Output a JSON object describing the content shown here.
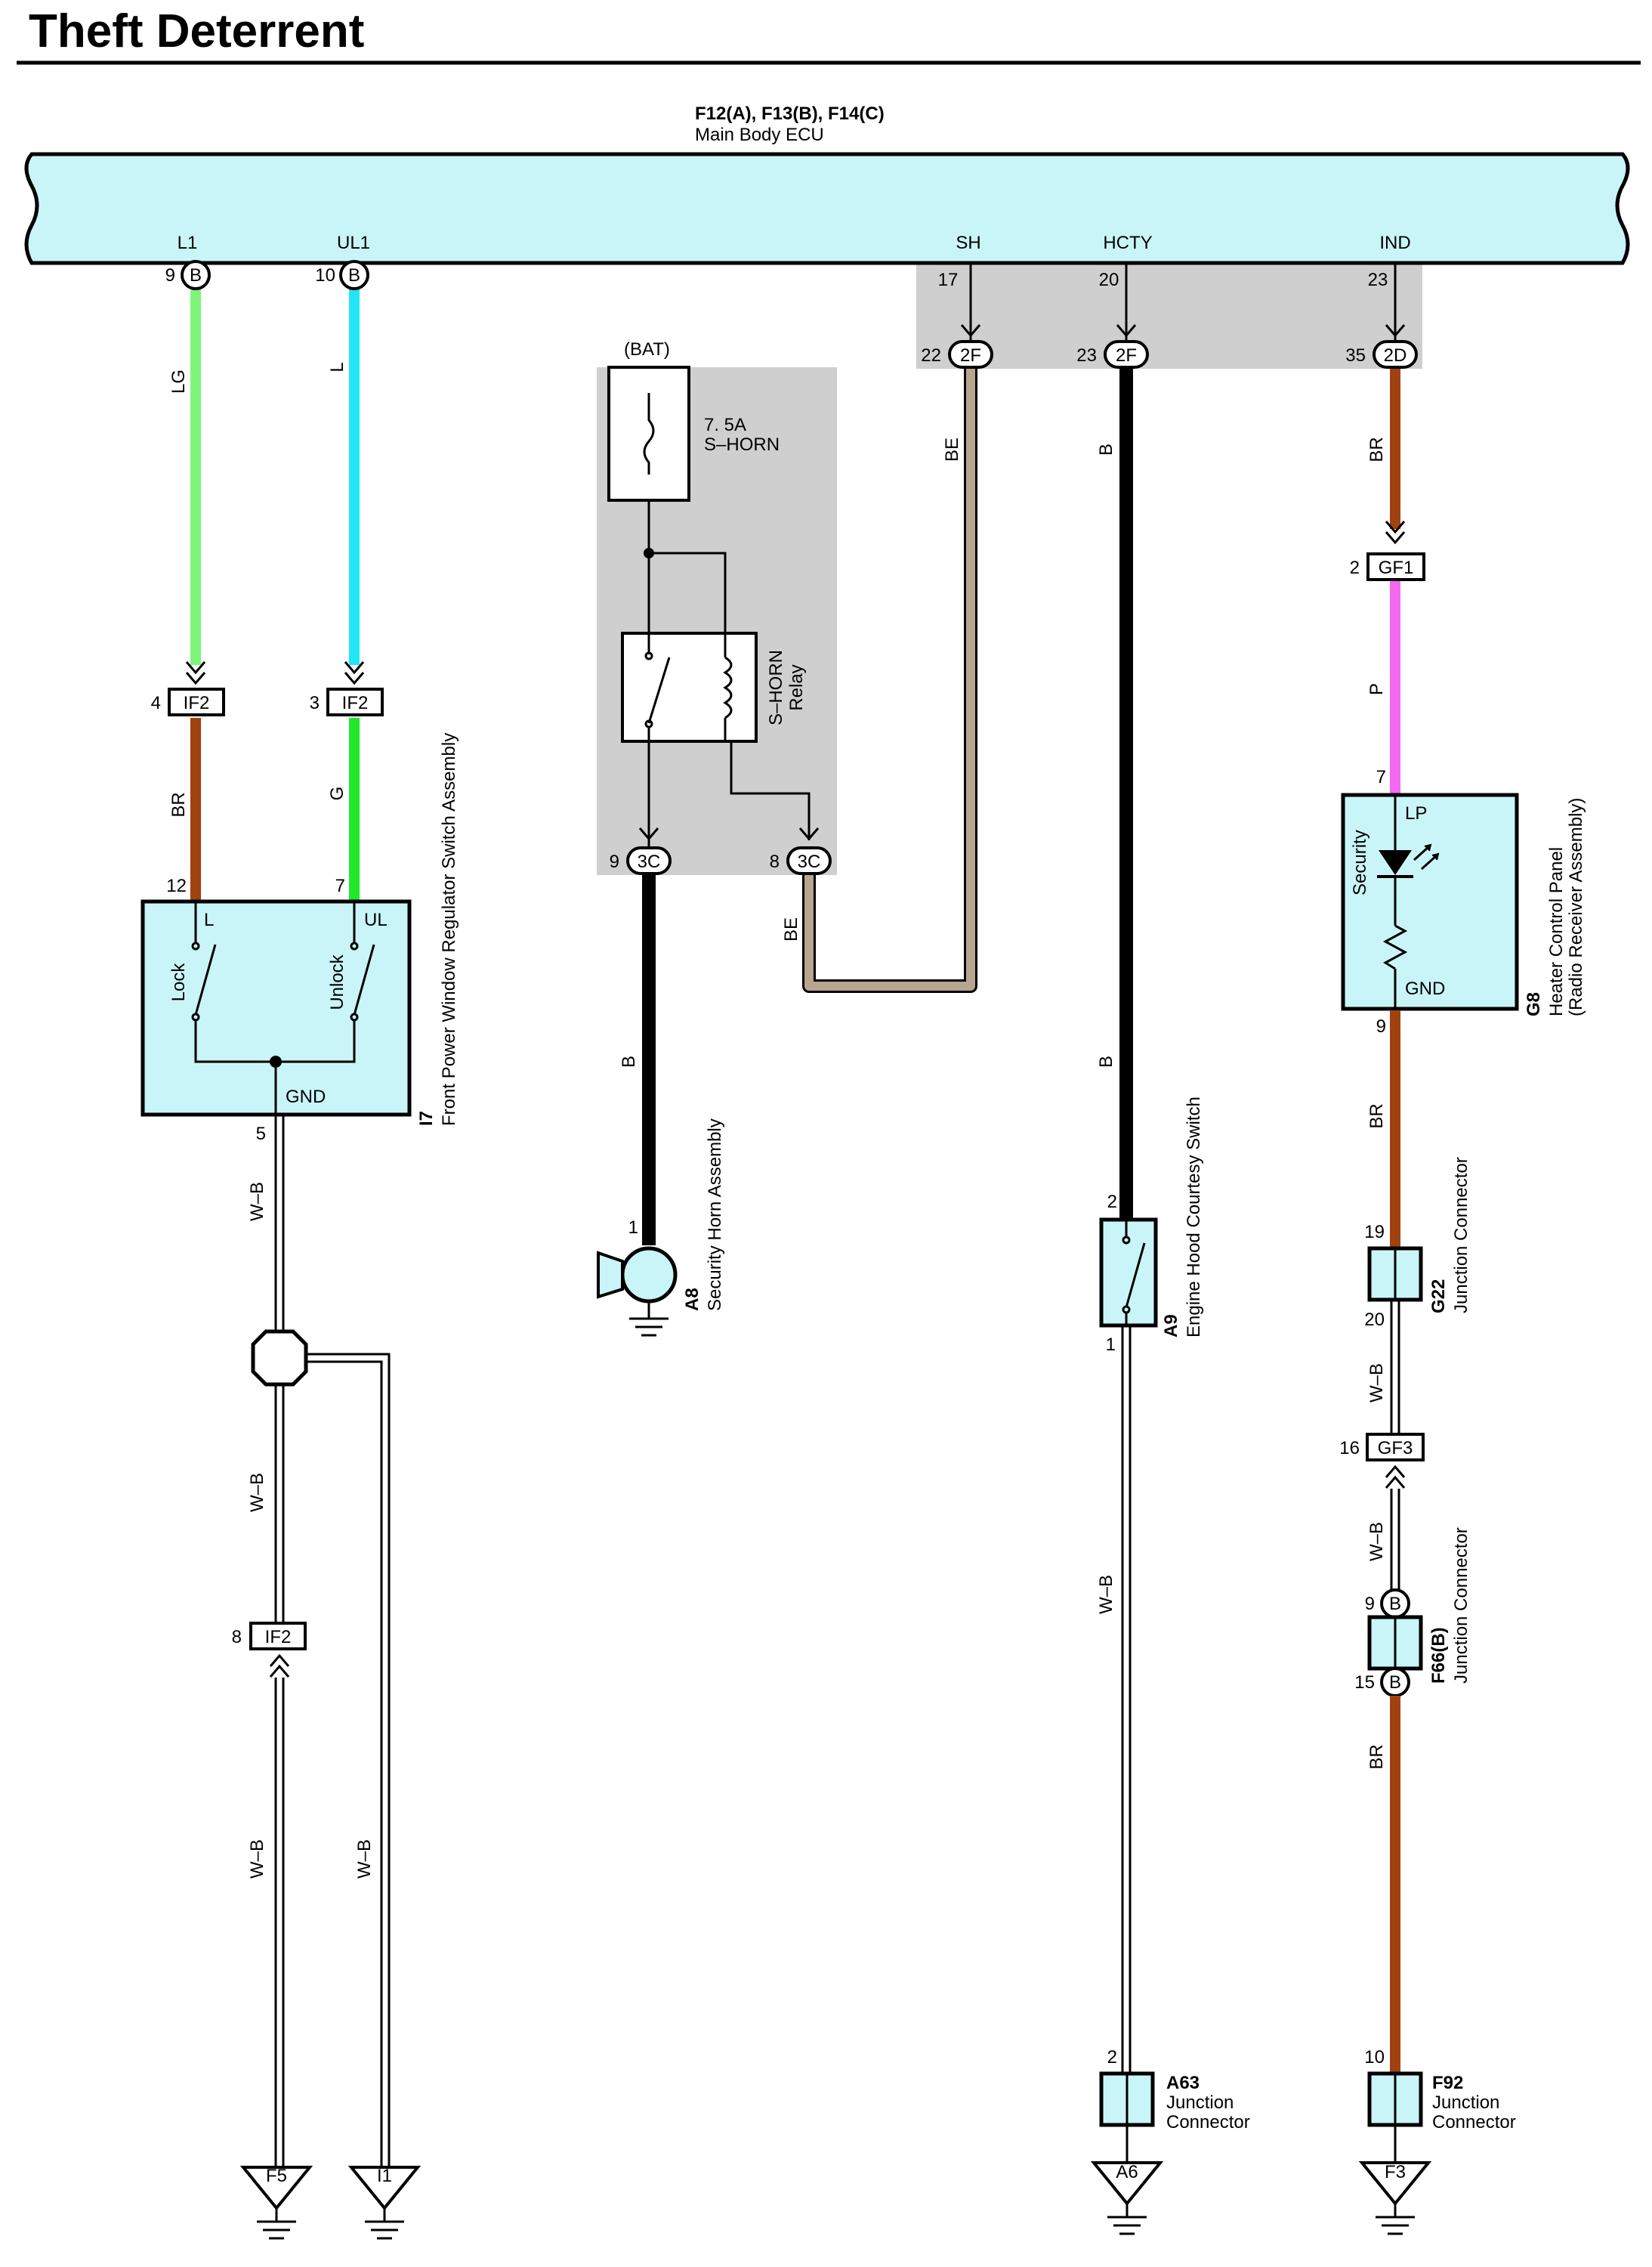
{
  "title": "Theft Deterrent",
  "ecu": {
    "codes": "F12(A), F13(B), F14(C)",
    "name": "Main Body ECU",
    "terminals": [
      "L1",
      "UL1",
      "SH",
      "HCTY",
      "IND"
    ]
  },
  "pins": {
    "ecu_l1": "9",
    "ecu_l1_conn": "B",
    "ecu_ul1": "10",
    "ecu_ul1_conn": "B",
    "ecu_sh": "17",
    "ecu_hcty": "20",
    "ecu_ind": "23",
    "jb_sh": "22",
    "jb_sh_conn": "2F",
    "jb_hcty": "23",
    "jb_hcty_conn": "2F",
    "jb_ind": "35",
    "jb_ind_conn": "2D",
    "if2_a": "4",
    "if2_b": "3",
    "if2_c": "8",
    "if2_label": "IF2",
    "sw_l": "12",
    "sw_ul": "7",
    "sw_gnd": "5",
    "relay_in": "9",
    "relay_out": "8",
    "relay_conn": "3C",
    "horn": "1",
    "gf1": "2",
    "gf1_label": "GF1",
    "g8_in": "7",
    "g8_out": "9",
    "g22_in": "19",
    "g22_out": "20",
    "gf3": "16",
    "gf3_label": "GF3",
    "f66_in": "9",
    "f66_out": "15",
    "f66_conn": "B",
    "a9_in": "2",
    "a9_out": "1",
    "a63": "2",
    "f92": "10"
  },
  "wires": {
    "lg": "LG",
    "l": "L",
    "br": "BR",
    "g": "G",
    "wb": "W–B",
    "b": "B",
    "be": "BE",
    "p": "P"
  },
  "relay_box": {
    "bat": "(BAT)",
    "fuse_amp": "7. 5A",
    "fuse_name": "S–HORN",
    "relay_l1": "S–HORN",
    "relay_l2": "Relay"
  },
  "components": {
    "i7_code": "I7",
    "i7_name": "Front Power Window Regulator Switch Assembly",
    "i7_l": "L",
    "i7_ul": "UL",
    "i7_lock": "Lock",
    "i7_unlock": "Unlock",
    "i7_gnd": "GND",
    "a8_code": "A8",
    "a8_name": "Security Horn Assembly",
    "a9_code": "A9",
    "a9_name": "Engine Hood Courtesy Switch",
    "g8_code": "G8",
    "g8_name1": "Heater Control Panel",
    "g8_name2": "(Radio Receiver Assembly)",
    "g8_lp": "LP",
    "g8_security": "Security",
    "g8_gnd": "GND",
    "g22_code": "G22",
    "g22_name": "Junction Connector",
    "f66_code": "F66(B)",
    "f66_name": "Junction Connector",
    "a63_code": "A63",
    "a63_l1": "Junction",
    "a63_l2": "Connector",
    "f92_code": "F92",
    "f92_l1": "Junction",
    "f92_l2": "Connector"
  },
  "grounds": [
    "F5",
    "I1",
    "A6",
    "F3"
  ],
  "colors": {
    "ecu": "#c9f5f8",
    "lg": "#7ef57a",
    "l": "#22e5f5",
    "br": "#a0420f",
    "g": "#22e82a",
    "be": "#b8a590",
    "p": "#f568f0",
    "b": "#000000",
    "shade": "#cfcfcf"
  }
}
